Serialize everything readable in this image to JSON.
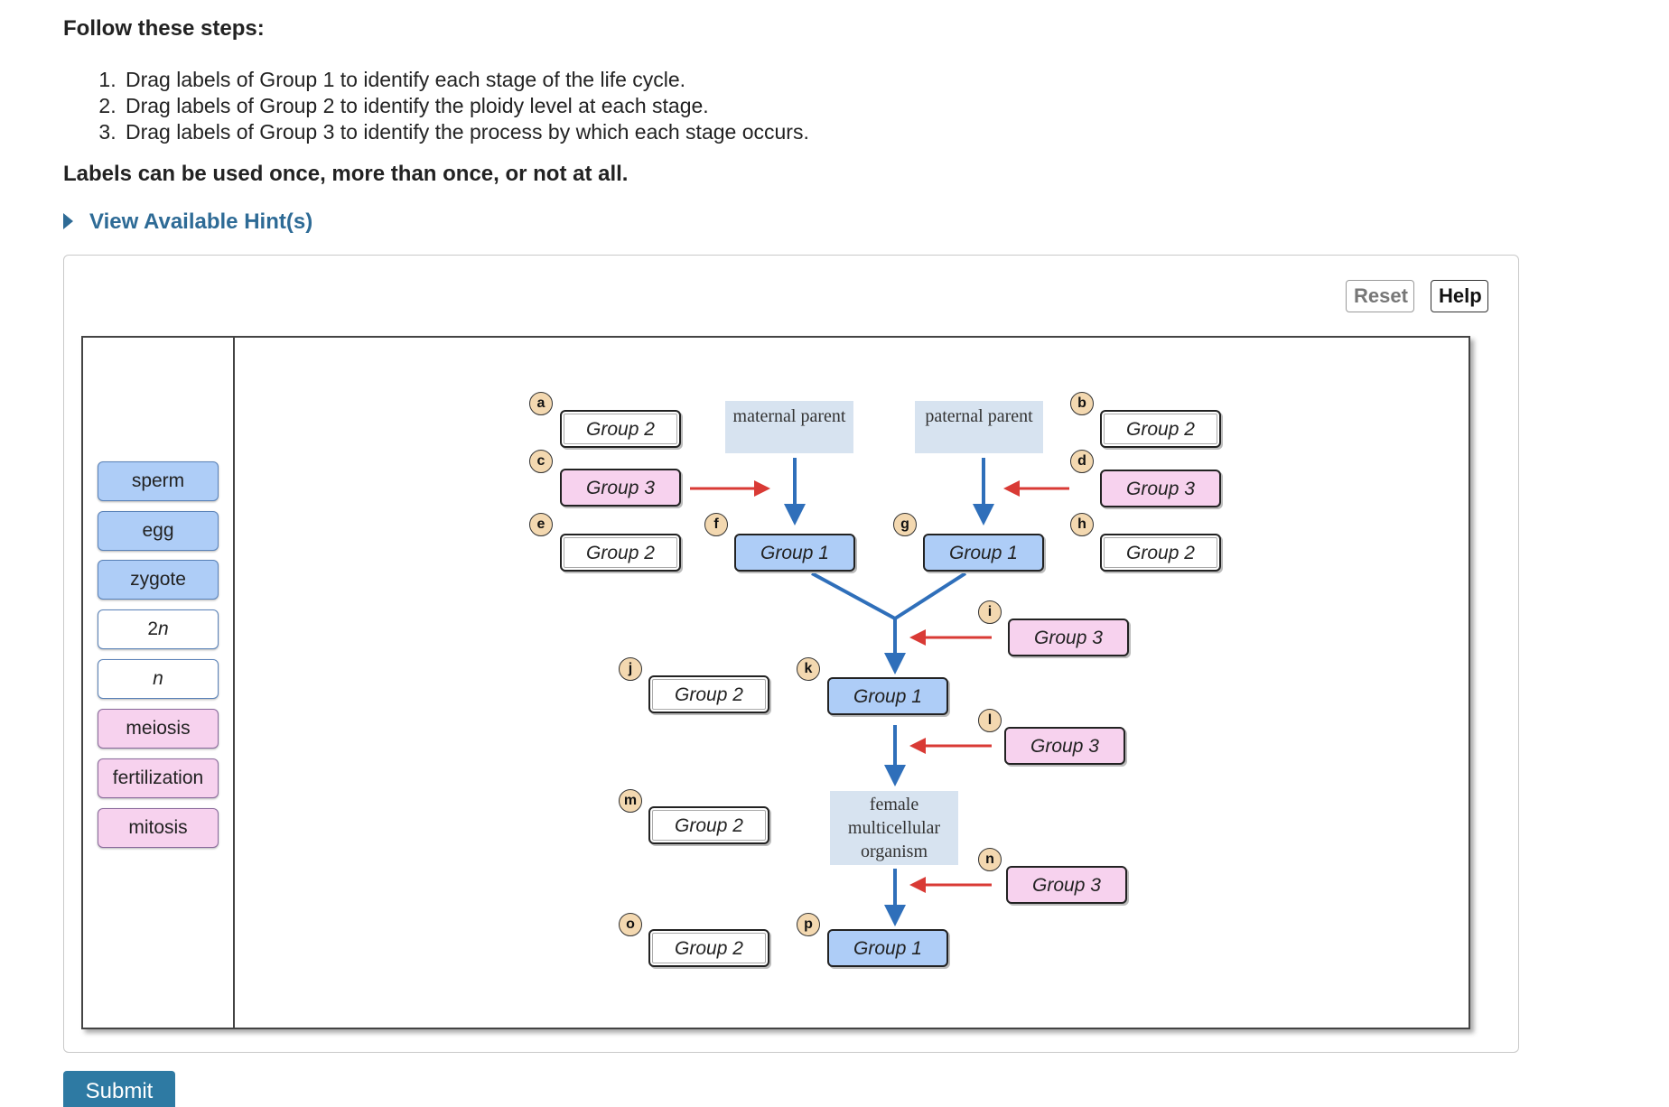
{
  "instructions": {
    "heading": "Follow these steps:",
    "steps": [
      "Drag labels of Group 1 to identify each stage of the life cycle.",
      "Drag labels of Group 2 to identify the ploidy level at each stage.",
      "Drag labels of Group 3 to identify the process by which each stage occurs."
    ],
    "note": "Labels can be used once, more than once, or not at all."
  },
  "hint_link": "View Available Hint(s)",
  "toolbar": {
    "reset": "Reset",
    "help": "Help"
  },
  "label_bank": [
    "sperm",
    "egg",
    "zygote",
    "2n",
    "n",
    "meiosis",
    "fertilization",
    "mitosis"
  ],
  "diagram": {
    "stages": {
      "maternal": "maternal parent",
      "paternal": "paternal parent",
      "female": "female multicellular organism"
    },
    "targets": {
      "a": "Group 2",
      "b": "Group 2",
      "c": "Group 3",
      "d": "Group 3",
      "e": "Group 2",
      "f": "Group 1",
      "g": "Group 1",
      "h": "Group 2",
      "i": "Group 3",
      "j": "Group 2",
      "k": "Group 1",
      "l": "Group 3",
      "m": "Group 2",
      "n": "Group 3",
      "o": "Group 2",
      "p": "Group 1"
    },
    "badges": {
      "a": "a",
      "b": "b",
      "c": "c",
      "d": "d",
      "e": "e",
      "f": "f",
      "g": "g",
      "h": "h",
      "i": "i",
      "j": "j",
      "k": "k",
      "l": "l",
      "m": "m",
      "n": "n",
      "o": "o",
      "p": "p"
    },
    "colors": {
      "stage_blue": "#aecdf7",
      "process_pink": "#f7d2ee",
      "arrow_blue": "#2f6fba",
      "arrow_red": "#d93a35"
    }
  },
  "submit": "Submit"
}
